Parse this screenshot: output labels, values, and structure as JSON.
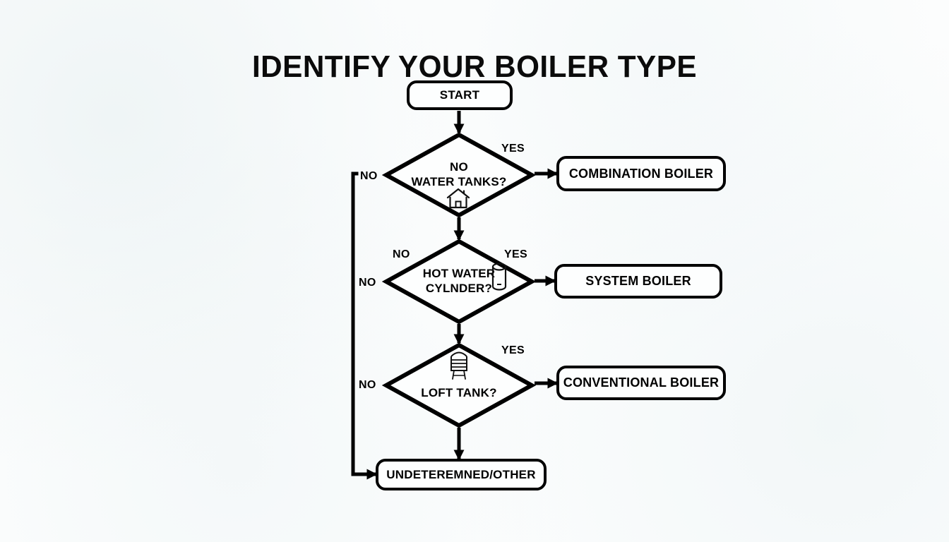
{
  "page": {
    "title": "IDENTIFY YOUR BOILER TYPE",
    "background_color": "#fcfdfd",
    "ink_color": "#000000"
  },
  "flowchart": {
    "type": "decision-flowchart",
    "orientation": "top-to-bottom",
    "start": {
      "label": "START",
      "shape": "rounded-rectangle"
    },
    "decisions": [
      {
        "id": "no-water-tanks",
        "label_line_1": "NO",
        "label_line_2": "WATER TANKS?",
        "shape": "diamond",
        "icon": "house-icon",
        "yes_label": "YES",
        "yes_target": "COMBINATION BOILER",
        "no_label": "NO",
        "no_target": "UNDETEREMNED/OTHER"
      },
      {
        "id": "hot-water-cylinder",
        "label_line_1": "HOT WATER",
        "label_line_2": "CYLNDER?",
        "shape": "diamond",
        "icon": "hot-water-cylinder-icon",
        "yes_label": "YES",
        "yes_target": "SYSTEM BOILER",
        "no_label": "NO",
        "no_label_secondary": "NO",
        "no_target": "LOFT TANK?"
      },
      {
        "id": "loft-tank",
        "label_line_1": "LOFT TANK?",
        "label_line_2": "",
        "shape": "diamond",
        "icon": "loft-water-tank-icon",
        "yes_label": "YES",
        "yes_target": "CONVENTIONAL BOILER",
        "no_label": "NO",
        "no_target": "UNDETEREMNED/OTHER"
      }
    ],
    "outcomes": [
      {
        "id": "combination-boiler",
        "label": "COMBINATION BOILER",
        "shape": "rounded-rectangle"
      },
      {
        "id": "system-boiler",
        "label": "SYSTEM BOILER",
        "shape": "rounded-rectangle"
      },
      {
        "id": "conventional-boiler",
        "label": "CONVENTIONAL BOILER",
        "shape": "rounded-rectangle"
      },
      {
        "id": "undetermined-other",
        "label": "UNDETEREMNED/OTHER",
        "shape": "rounded-rectangle"
      }
    ]
  }
}
